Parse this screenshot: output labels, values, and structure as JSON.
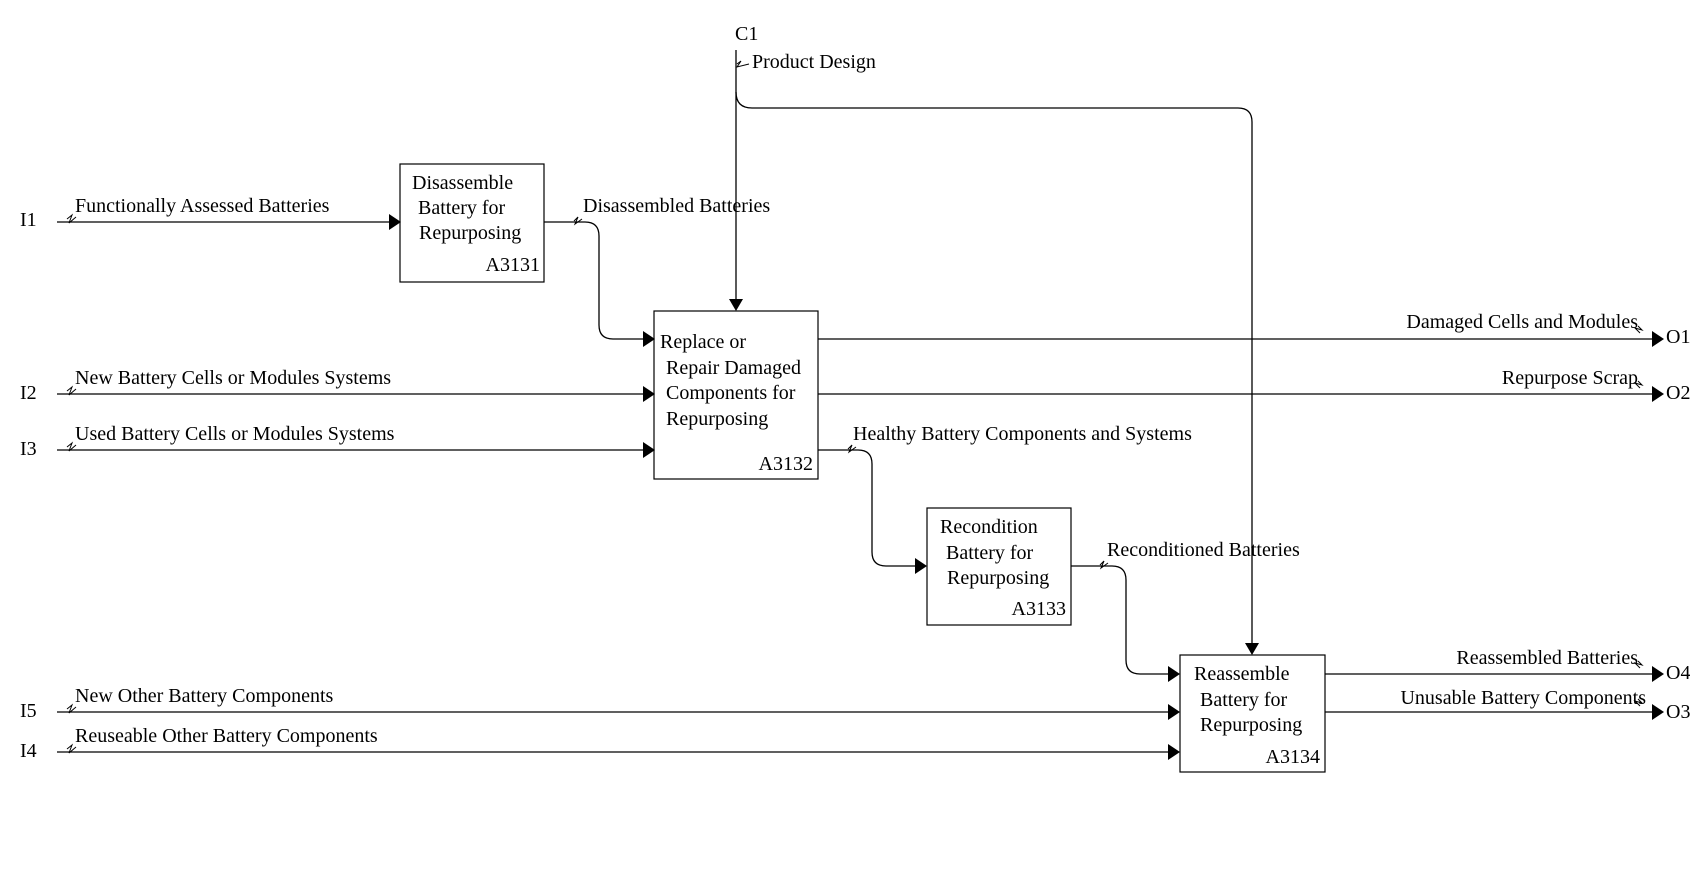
{
  "diagram": {
    "boundary_codes": {
      "i1": "I1",
      "i2": "I2",
      "i3": "I3",
      "i4": "I4",
      "i5": "I5",
      "c1": "C1",
      "o1": "O1",
      "o2": "O2",
      "o3": "O3",
      "o4": "O4"
    },
    "activities": {
      "a3131": {
        "lines": [
          "Disassemble",
          "Battery for",
          "Repurposing"
        ],
        "node": "A3131"
      },
      "a3132": {
        "lines": [
          "Replace or",
          "Repair Damaged",
          "Components for",
          "Repurposing"
        ],
        "node": "A3132"
      },
      "a3133": {
        "lines": [
          "Recondition",
          "Battery for",
          "Repurposing"
        ],
        "node": "A3133"
      },
      "a3134": {
        "lines": [
          "Reassemble",
          "Battery for",
          "Repurposing"
        ],
        "node": "A3134"
      }
    },
    "arrow_labels": {
      "product_design": "Product Design",
      "functionally_assessed": "Functionally Assessed Batteries",
      "disassembled": "Disassembled Batteries",
      "new_cells": "New Battery Cells or Modules Systems",
      "used_cells": "Used Battery Cells or Modules Systems",
      "healthy": "Healthy Battery Components and Systems",
      "reconditioned": "Reconditioned Batteries",
      "new_other": "New Other Battery Components",
      "reuseable_other": "Reuseable Other Battery Components",
      "damaged": "Damaged Cells and Modules",
      "scrap": "Repurpose Scrap",
      "reassembled": "Reassembled Batteries",
      "unusable": "Unusable Battery Components"
    }
  }
}
